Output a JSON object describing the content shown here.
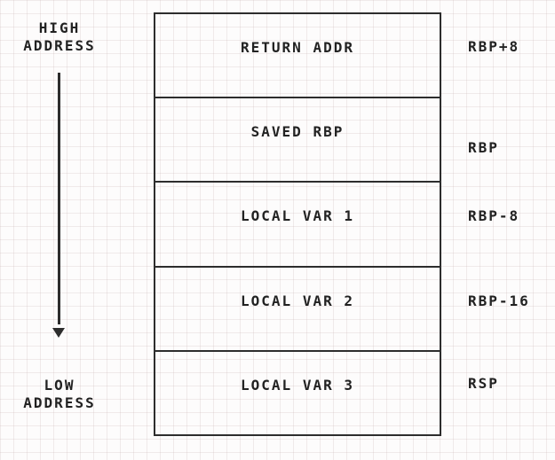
{
  "diagram": {
    "type": "stack-frame-memory-layout",
    "left_axis": {
      "high_label": "HIGH ADDRESS",
      "low_label": "LOW ADDRESS",
      "arrow_direction": "down"
    },
    "stack": {
      "rows": [
        {
          "label": "RETURN ADDR",
          "offset": "RBP+8"
        },
        {
          "label": "SAVED RBP",
          "offset": "RBP"
        },
        {
          "label": "LOCAL VAR 1",
          "offset": "RBP-8"
        },
        {
          "label": "LOCAL VAR 2",
          "offset": "RBP-16"
        },
        {
          "label": "LOCAL VAR 3",
          "offset": "RSP"
        }
      ]
    }
  },
  "colors": {
    "line": "#2d2d2d",
    "text": "#222222",
    "background": "#fdfcfc"
  }
}
